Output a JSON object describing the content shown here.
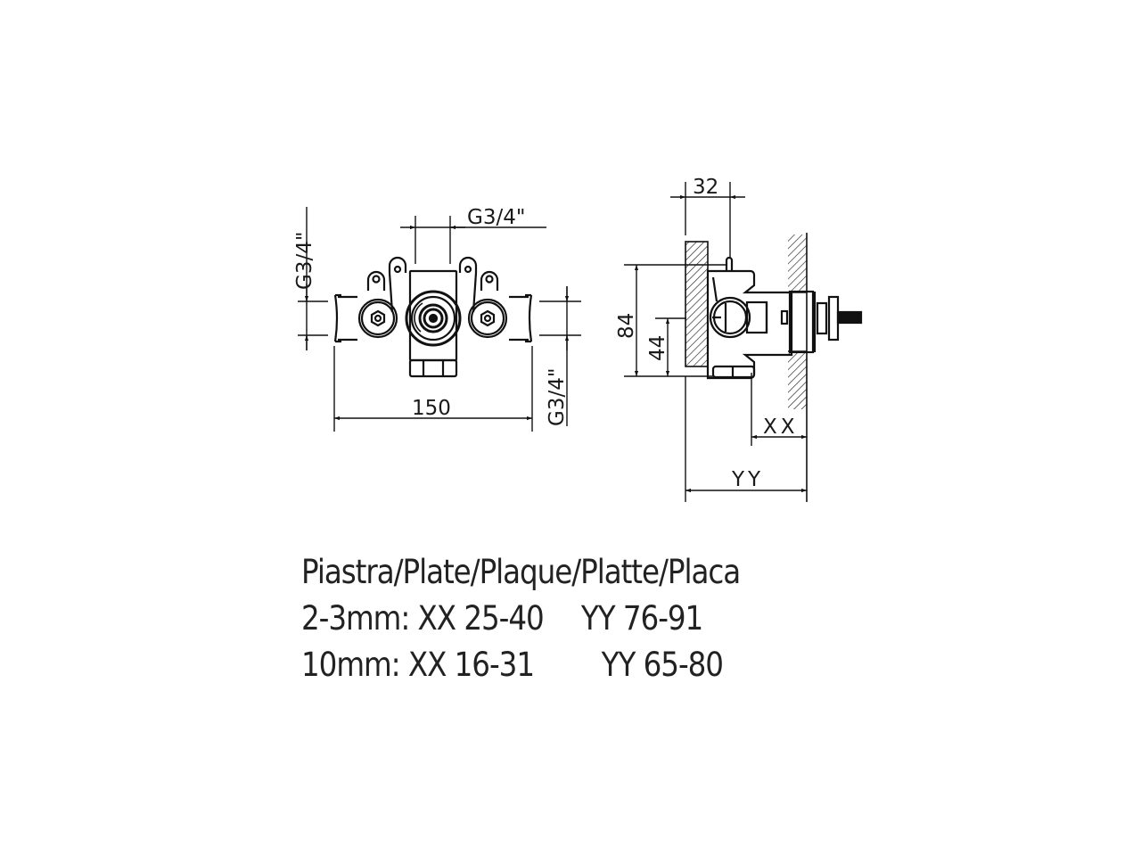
{
  "front_view": {
    "dims": {
      "width": "150",
      "inlet_top": "G3/4\"",
      "inlet_left": "G3/4\"",
      "inlet_right": "G3/4\""
    }
  },
  "side_view": {
    "dims": {
      "depth": "32",
      "height_total": "84",
      "height_center": "44",
      "xx": "XX",
      "yy": "YY"
    }
  },
  "notes": {
    "title": "Piastra/Plate/Plaque/Platte/Placa",
    "rows": [
      {
        "thickness": "2-3mm:",
        "xx": "XX 25-40",
        "yy": "YY 76-91"
      },
      {
        "thickness": "10mm:",
        "xx": "XX 16-31",
        "yy": "YY 65-80"
      }
    ]
  },
  "colors": {
    "line": "#111111",
    "text": "#222222",
    "background": "#ffffff"
  }
}
